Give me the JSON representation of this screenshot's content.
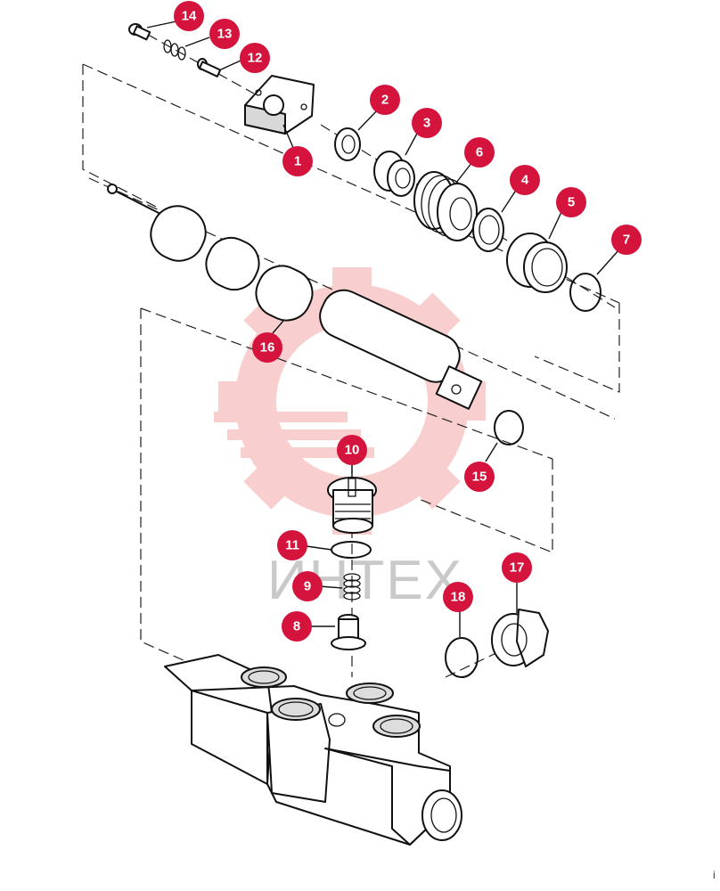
{
  "watermark": {
    "text": "ИНТЕХ",
    "color": "#f3b3b3"
  },
  "corner_mark": "i",
  "callout_color": "#d4143c",
  "callouts": [
    {
      "id": "14",
      "label": "14"
    },
    {
      "id": "13",
      "label": "13"
    },
    {
      "id": "12",
      "label": "12"
    },
    {
      "id": "1",
      "label": "1"
    },
    {
      "id": "2",
      "label": "2"
    },
    {
      "id": "3",
      "label": "3"
    },
    {
      "id": "6",
      "label": "6"
    },
    {
      "id": "4",
      "label": "4"
    },
    {
      "id": "5",
      "label": "5"
    },
    {
      "id": "7",
      "label": "7"
    },
    {
      "id": "16",
      "label": "16"
    },
    {
      "id": "10",
      "label": "10"
    },
    {
      "id": "15",
      "label": "15"
    },
    {
      "id": "11",
      "label": "11"
    },
    {
      "id": "17",
      "label": "17"
    },
    {
      "id": "9",
      "label": "9"
    },
    {
      "id": "18",
      "label": "18"
    },
    {
      "id": "8",
      "label": "8"
    }
  ]
}
